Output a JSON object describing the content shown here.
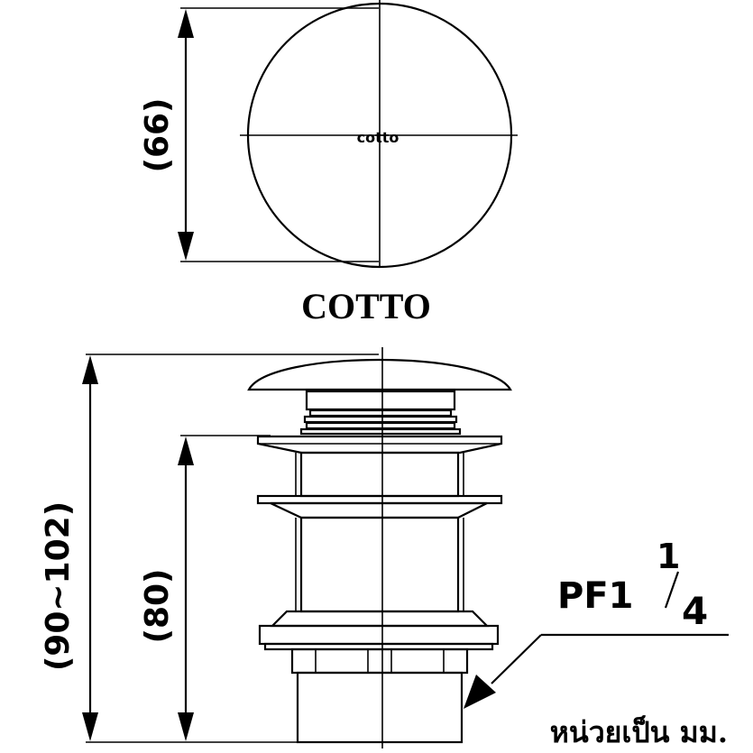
{
  "top_view": {
    "diameter_label": "(66)",
    "cap_logo": "cotto"
  },
  "brand_label": "COTTO",
  "side_view": {
    "total_height_label": "(90~102)",
    "body_height_label": "(80)",
    "thread_prefix": "PF1",
    "thread_numerator": "1",
    "thread_denominator": "4"
  },
  "unit_note": "หน่วยเป็น มม."
}
